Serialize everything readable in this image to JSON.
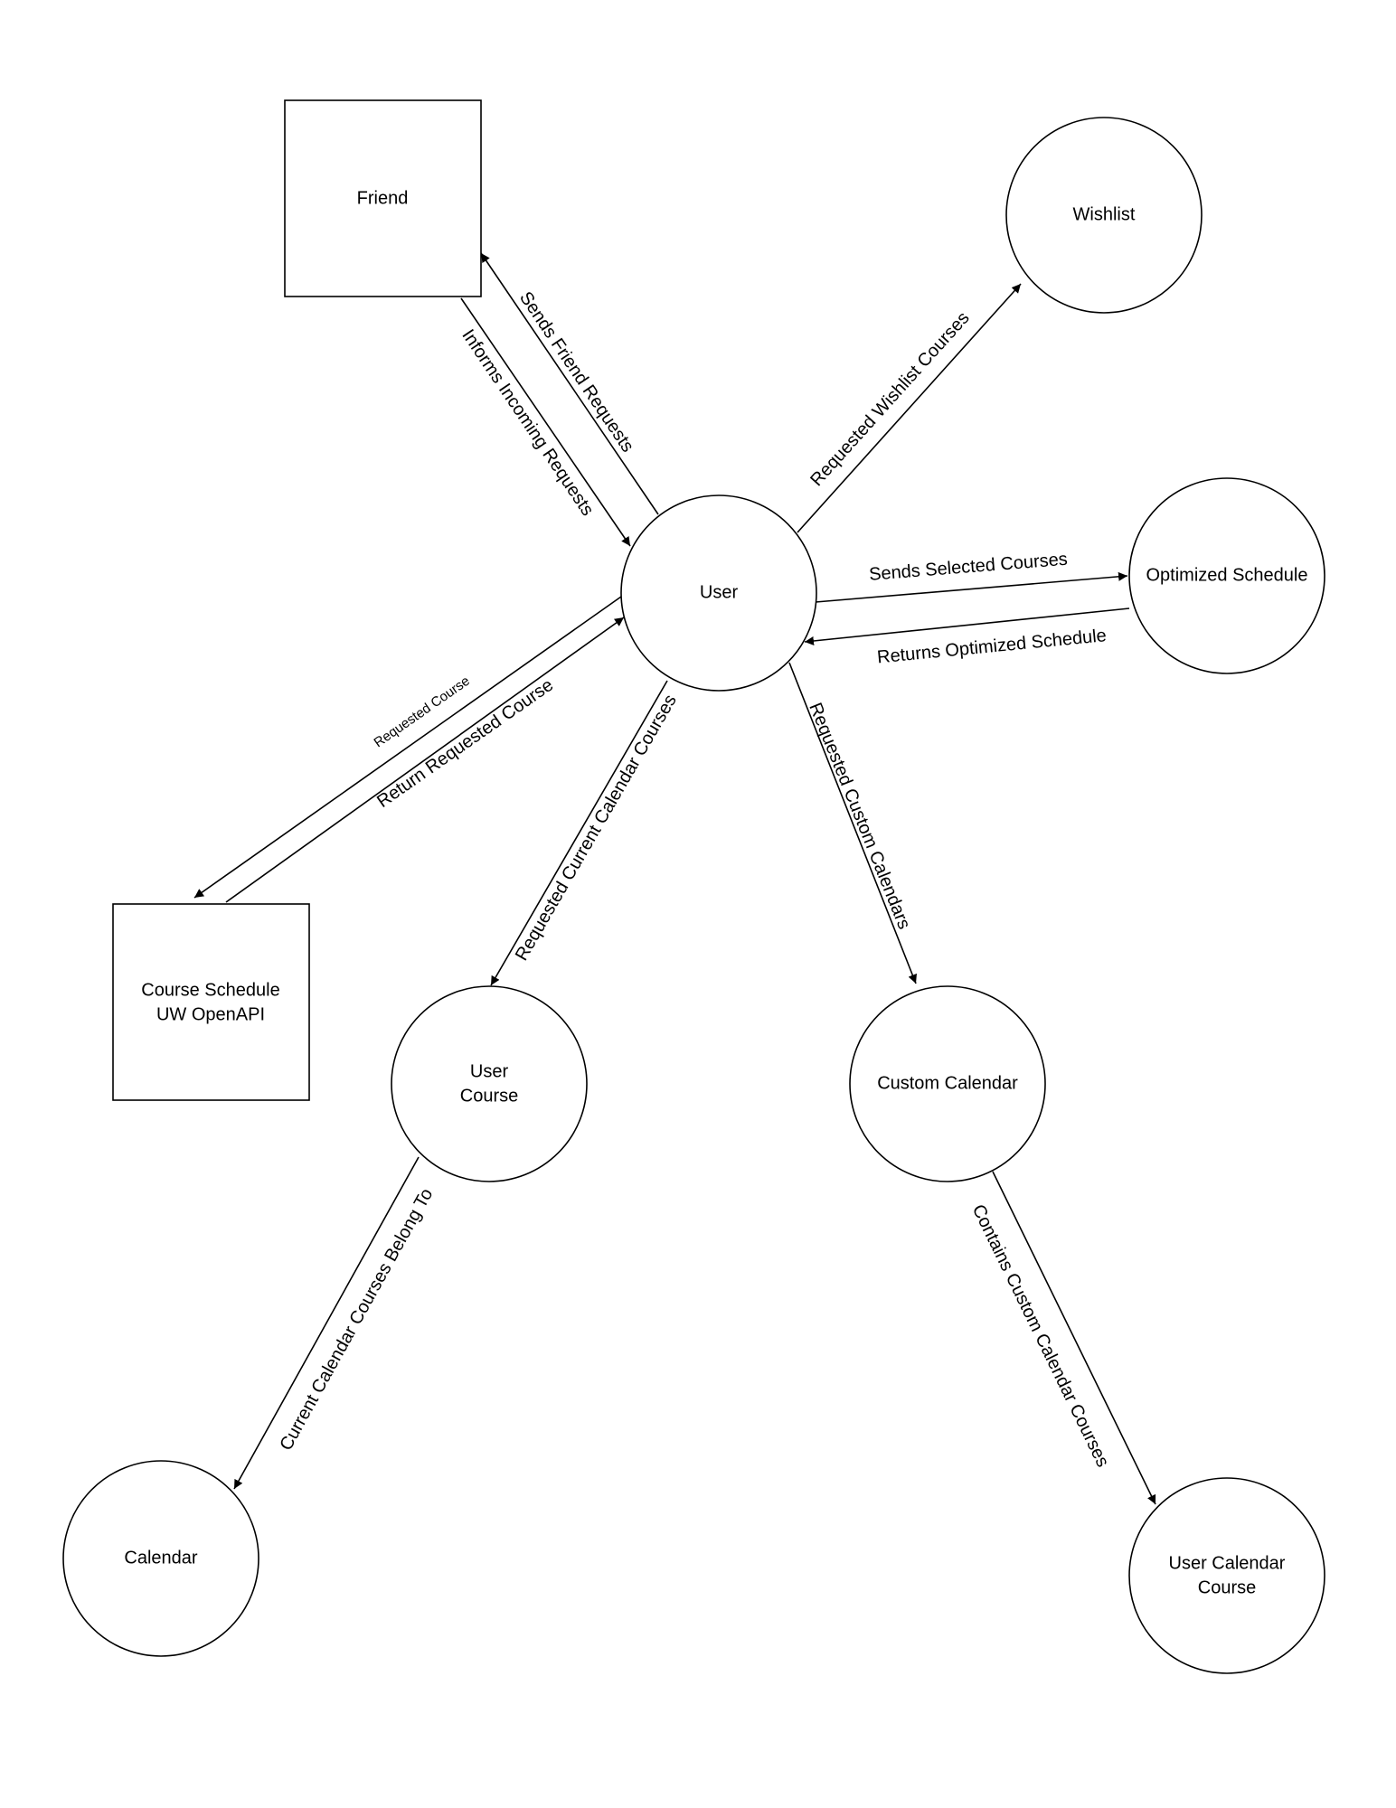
{
  "diagram": {
    "nodes": {
      "friend": {
        "label": [
          "Friend"
        ],
        "shape": "square"
      },
      "wishlist": {
        "label": [
          "Wishlist"
        ],
        "shape": "circle"
      },
      "user": {
        "label": [
          "User"
        ],
        "shape": "circle"
      },
      "optimized_schedule": {
        "label": [
          "Optimized Schedule"
        ],
        "shape": "circle"
      },
      "course_schedule": {
        "label": [
          "Course Schedule",
          "UW OpenAPI"
        ],
        "shape": "square"
      },
      "user_course": {
        "label": [
          "User",
          "Course"
        ],
        "shape": "circle"
      },
      "custom_calendar": {
        "label": [
          "Custom Calendar"
        ],
        "shape": "circle"
      },
      "calendar": {
        "label": [
          "Calendar"
        ],
        "shape": "circle"
      },
      "user_calendar_course": {
        "label": [
          "User Calendar",
          "Course"
        ],
        "shape": "circle"
      }
    },
    "edges": {
      "sends_friend_requests": {
        "label": "Sends Friend Requests",
        "from": "user",
        "to": "friend"
      },
      "informs_incoming_requests": {
        "label": "Informs Incoming Requests",
        "from": "friend",
        "to": "user"
      },
      "requested_wishlist_courses": {
        "label": "Requested Wishlist Courses",
        "from": "user",
        "to": "wishlist"
      },
      "sends_selected_courses": {
        "label": "Sends Selected Courses",
        "from": "user",
        "to": "optimized_schedule"
      },
      "returns_optimized_schedule": {
        "label": "Returns Optimized Schedule",
        "from": "optimized_schedule",
        "to": "user"
      },
      "requested_course": {
        "label": "Requested Course",
        "from": "user",
        "to": "course_schedule"
      },
      "return_requested_course": {
        "label": "Return Requested Course",
        "from": "course_schedule",
        "to": "user"
      },
      "requested_current_calendar_courses": {
        "label": "Requested Current Calendar Courses",
        "from": "user",
        "to": "user_course"
      },
      "requested_custom_calendars": {
        "label": "Requested Custom Calendars",
        "from": "user",
        "to": "custom_calendar"
      },
      "current_calendar_courses_belong_to": {
        "label": "Current Calendar Courses Belong To",
        "from": "user_course",
        "to": "calendar"
      },
      "contains_custom_calendar_courses": {
        "label": "Contains Custom Calendar Courses",
        "from": "custom_calendar",
        "to": "user_calendar_course"
      }
    }
  },
  "colors": {
    "stroke": "#000000",
    "fill": "#ffffff",
    "text": "#000000"
  }
}
